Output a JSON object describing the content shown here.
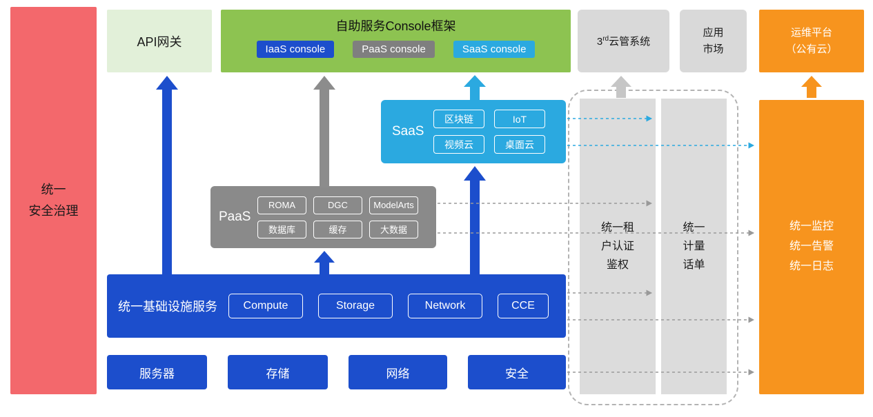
{
  "colors": {
    "red": "#F3686C",
    "light_green": "#E2F0D9",
    "green": "#8DC351",
    "deep_blue": "#1C4ECC",
    "badge_gray": "#7F7F7F",
    "cyan": "#2BA9E0",
    "box_gray": "#D9D9D9",
    "bar_gray": "#DCDCDC",
    "orange": "#F7941E",
    "paas_gray": "#8A8A8A",
    "arrow_gray": "#8C8C8C",
    "dash_gray": "#999999",
    "light_arrow_gray": "#C6C6C6"
  },
  "security_bar": {
    "label": "统一\n安全治理"
  },
  "api_gateway": {
    "label": "API网关"
  },
  "console": {
    "title": "自助服务Console框架",
    "iaas_badge": "IaaS console",
    "paas_badge": "PaaS console",
    "saas_badge": "SaaS console"
  },
  "third_party_cloud": {
    "num": "3",
    "sup": "rd",
    "rest": "云管系统"
  },
  "app_market": {
    "label": "应用\n市场"
  },
  "om_platform": {
    "label": "运维平台\n（公有云）"
  },
  "saas": {
    "label": "SaaS",
    "badges": [
      "区块链",
      "IoT",
      "视频云",
      "桌面云"
    ]
  },
  "paas": {
    "label": "PaaS",
    "badges": [
      "ROMA",
      "DGC",
      "ModelArts",
      "数据库",
      "缓存",
      "大数据"
    ]
  },
  "iaas": {
    "label": "统一基础设施服务",
    "badges": [
      "Compute",
      "Storage",
      "Network",
      "CCE"
    ]
  },
  "infrastructure": {
    "items": [
      "服务器",
      "存储",
      "网络",
      "安全"
    ]
  },
  "auth_bar": {
    "label": "统一租\n户认证\n鉴权"
  },
  "metering_bar": {
    "label": "统一\n计量\n话单"
  },
  "monitoring": {
    "label": "统一监控\n统一告警\n统一日志"
  }
}
